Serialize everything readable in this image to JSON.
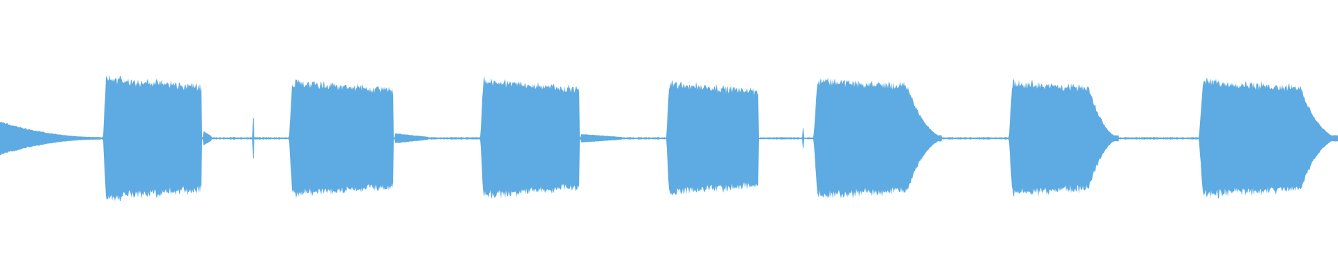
{
  "waveform": {
    "color": "#5dabe2",
    "background": "#ffffff",
    "duration_fraction_domain": [
      0,
      1
    ],
    "amplitude_domain": [
      0,
      1
    ],
    "noise_floor": 0.015,
    "segments": [
      {
        "kind": "tail",
        "start": 0.0,
        "end": 0.075,
        "peak": 0.25,
        "decay": "fade"
      },
      {
        "kind": "note",
        "start": 0.077,
        "end": 0.151,
        "peak": 0.98,
        "release": 0.97
      },
      {
        "kind": "blip",
        "start": 0.152,
        "end": 0.158,
        "peak": 0.12
      },
      {
        "kind": "click",
        "start": 0.189,
        "end": 0.19,
        "peak": 0.32
      },
      {
        "kind": "note",
        "start": 0.216,
        "end": 0.294,
        "peak": 0.92,
        "release": 0.8
      },
      {
        "kind": "blip",
        "start": 0.295,
        "end": 0.32,
        "peak": 0.08
      },
      {
        "kind": "note",
        "start": 0.359,
        "end": 0.433,
        "peak": 0.94,
        "release": 0.81
      },
      {
        "kind": "blip",
        "start": 0.434,
        "end": 0.465,
        "peak": 0.07
      },
      {
        "kind": "note",
        "start": 0.498,
        "end": 0.567,
        "peak": 0.9,
        "release": 0.75
      },
      {
        "kind": "click",
        "start": 0.6,
        "end": 0.601,
        "peak": 0.16
      },
      {
        "kind": "note",
        "start": 0.608,
        "end": 0.704,
        "peak": 0.95,
        "release": 0.3,
        "tail": "taper"
      },
      {
        "kind": "note",
        "start": 0.754,
        "end": 0.836,
        "peak": 0.91,
        "release": 0.12,
        "tail": "taper"
      },
      {
        "kind": "note",
        "start": 0.896,
        "end": 1.0,
        "peak": 0.93,
        "release": 0.05,
        "tail": "taper"
      }
    ]
  }
}
